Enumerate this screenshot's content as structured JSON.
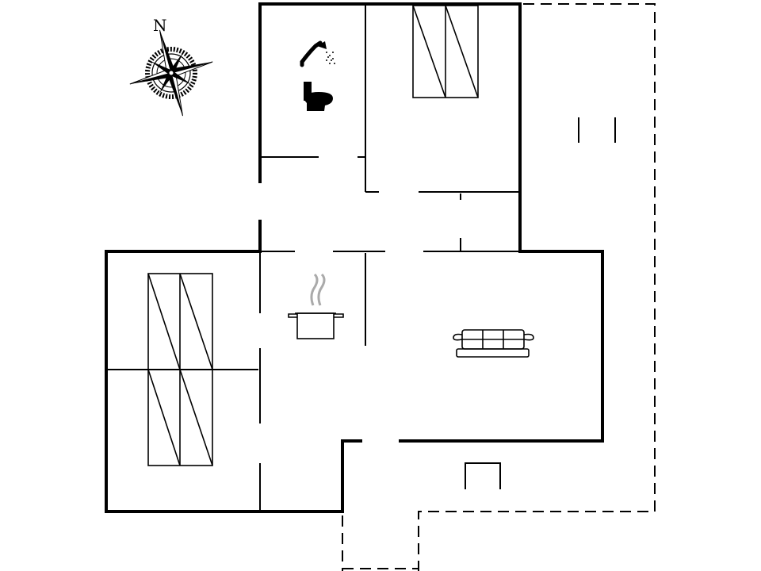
{
  "compass": {
    "north_label": "N"
  },
  "rooms": [
    {
      "id": "bathroom",
      "icons": [
        "shower-icon",
        "toilet-icon"
      ]
    },
    {
      "id": "bedroom-1",
      "icons": [
        "double-bed-icon"
      ]
    },
    {
      "id": "bedroom-2",
      "icons": [
        "double-bed-icon",
        "double-bed-icon"
      ]
    },
    {
      "id": "kitchen",
      "icons": [
        "cooking-pot-icon"
      ]
    },
    {
      "id": "living-room",
      "icons": [
        "sofa-icon"
      ]
    },
    {
      "id": "terrace",
      "icons": [
        "garden-chair-icon",
        "garden-chair-icon"
      ]
    }
  ],
  "colors": {
    "walls": "#000000",
    "background": "#ffffff"
  }
}
